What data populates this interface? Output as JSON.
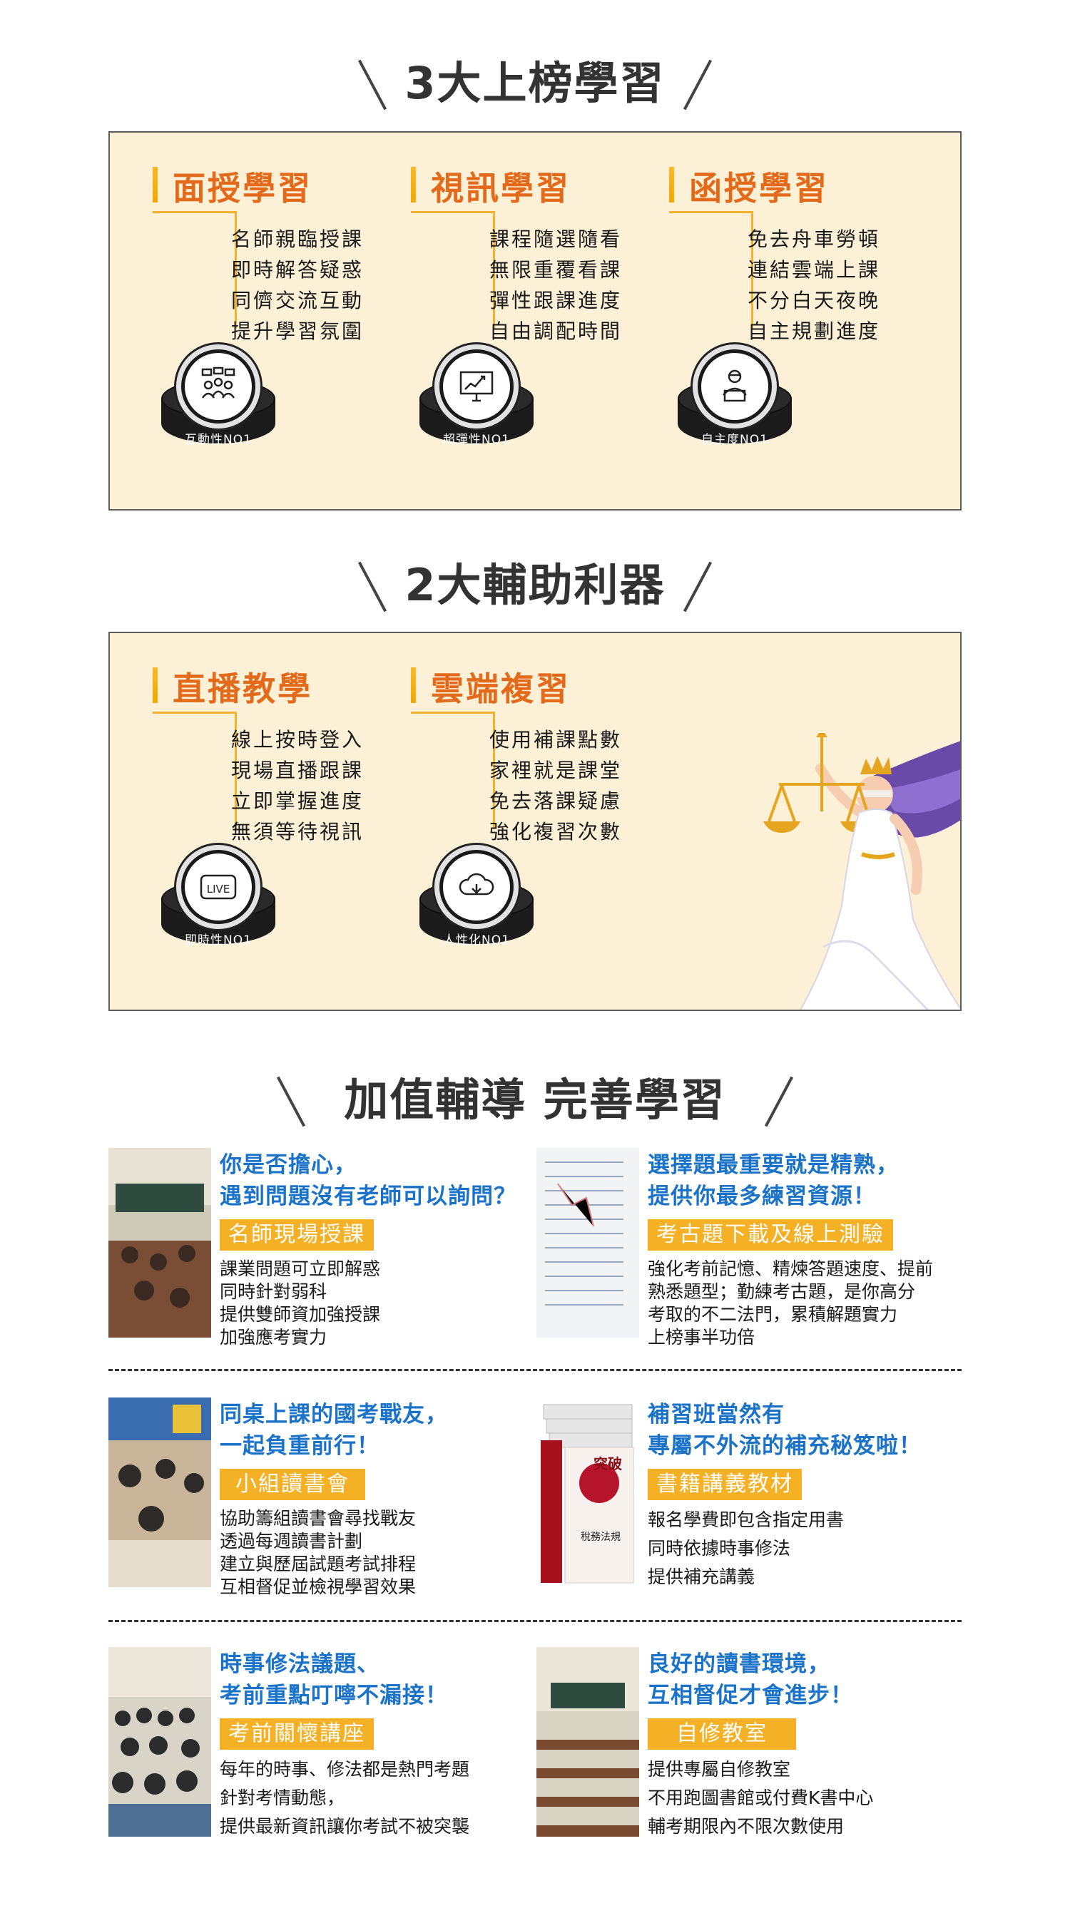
{
  "section1": {
    "title": "3大上榜學習",
    "features": [
      {
        "title": "面授學習",
        "items": [
          "名師親臨授課",
          "即時解答疑惑",
          "同儕交流互動",
          "提升學習氛圍"
        ],
        "badge": "互動性NO1",
        "icon": "classroom-group-icon"
      },
      {
        "title": "視訊學習",
        "items": [
          "課程隨選隨看",
          "無限重覆看課",
          "彈性跟課進度",
          "自由調配時間"
        ],
        "badge": "超彈性NO1",
        "icon": "chart-monitor-icon"
      },
      {
        "title": "函授學習",
        "items": [
          "免去舟車勞頓",
          "連結雲端上課",
          "不分白天夜晚",
          "自主規劃進度"
        ],
        "badge": "自主度NO1",
        "icon": "person-laptop-icon"
      }
    ]
  },
  "section2": {
    "title": "2大輔助利器",
    "features": [
      {
        "title": "直播教學",
        "items": [
          "線上按時登入",
          "現場直播跟課",
          "立即掌握進度",
          "無須等待視訊"
        ],
        "badge": "即時性NO1",
        "icon": "live-icon",
        "icon_text": "LIVE"
      },
      {
        "title": "雲端複習",
        "items": [
          "使用補課點數",
          "家裡就是課堂",
          "免去落課疑慮",
          "強化複習次數"
        ],
        "badge": "人性化NO1",
        "icon": "cloud-download-icon"
      }
    ]
  },
  "section3": {
    "title": "加值輔導 完善學習",
    "blocks": [
      {
        "heading": [
          "你是否擔心，",
          "遇到問題沒有老師可以詢問？"
        ],
        "tag": "名師現場授課",
        "lines": [
          "課業問題可立即解惑",
          "同時針對弱科",
          "提供雙師資加強授課",
          "加強應考實力"
        ]
      },
      {
        "heading": [
          "選擇題最重要就是精熟，",
          "提供你最多練習資源！"
        ],
        "tag": "考古題下載及線上測驗",
        "lines": [
          "強化考前記憶、精煉答題速度、提前",
          "熟悉題型；勤練考古題，是你高分",
          "考取的不二法門，累積解題實力",
          "上榜事半功倍"
        ]
      },
      {
        "heading": [
          "同桌上課的國考戰友，",
          "一起負重前行！"
        ],
        "tag": "小組讀書會",
        "lines": [
          "協助籌組讀書會尋找戰友",
          "透過每週讀書計劃",
          "建立與歷屆試題考試排程",
          "互相督促並檢視學習效果"
        ]
      },
      {
        "heading": [
          "補習班當然有",
          "專屬不外流的補充秘笈啦！"
        ],
        "tag": "書籍講義教材",
        "lines": [
          "報名學費即包含指定用書",
          "同時依據時事修法",
          "提供補充講義"
        ],
        "book_text": [
          "突破",
          "稅務法規"
        ]
      },
      {
        "heading": [
          "時事修法議題、",
          "考前重點叮嚀不漏接！"
        ],
        "tag": "考前關懷講座",
        "lines": [
          "每年的時事、修法都是熱門考題",
          "針對考情動態，",
          "提供最新資訊讓你考試不被突襲"
        ]
      },
      {
        "heading": [
          "良好的讀書環境，",
          "互相督促才會進步！"
        ],
        "tag": "自修教室",
        "lines": [
          "提供專屬自修教室",
          "不用跑圖書館或付費K書中心",
          "輔考期限內不限次數使用"
        ]
      }
    ]
  },
  "colors": {
    "panel_bg": "#fcf0d7",
    "feature_title": "#e46a1b",
    "accent_gold": "#f5b125",
    "promo_heading": "#1a73c9"
  }
}
